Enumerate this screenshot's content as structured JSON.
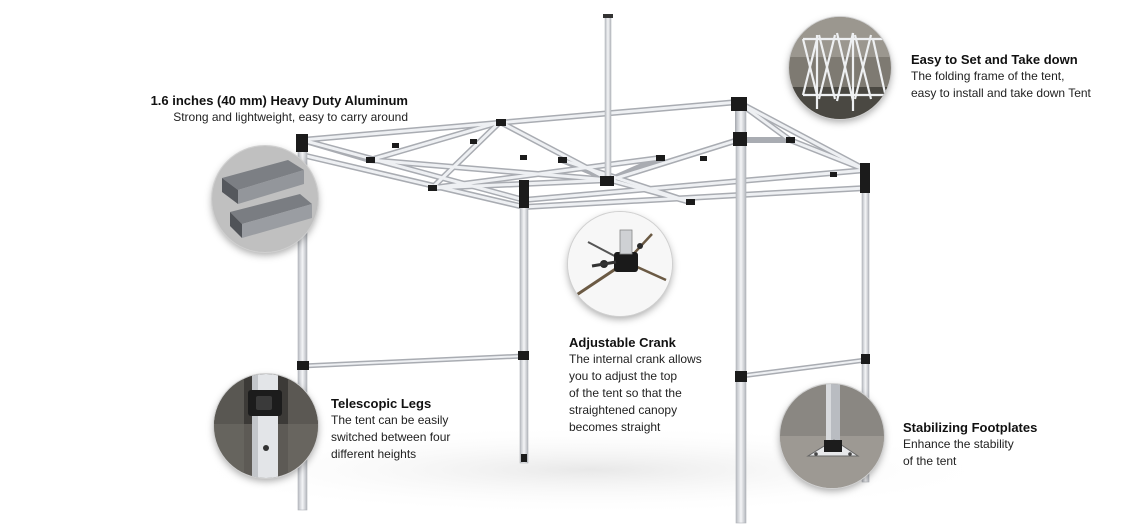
{
  "features": {
    "aluminum": {
      "title": "1.6 inches (40 mm) Heavy Duty Aluminum",
      "lines": [
        "Strong and lightweight, easy to carry around"
      ]
    },
    "setup": {
      "title": "Easy to Set and Take down",
      "lines": [
        "The folding frame of the tent,",
        "easy to install and take down Tent"
      ]
    },
    "crank": {
      "title": "Adjustable Crank",
      "lines": [
        "The internal crank allows",
        "you to adjust the top",
        "of the tent so that the",
        "straightened canopy",
        "becomes straight"
      ]
    },
    "legs": {
      "title": "Telescopic Legs",
      "lines": [
        "The tent can be easily",
        "switched between four",
        "different heights"
      ]
    },
    "footplates": {
      "title": "Stabilizing Footplates",
      "lines": [
        "Enhance the stability",
        "of the tent"
      ]
    }
  },
  "colors": {
    "frame": "#e6e7ea",
    "frame_edge": "#a9acb2",
    "connector": "#1b1b1b",
    "text": "#222222"
  }
}
